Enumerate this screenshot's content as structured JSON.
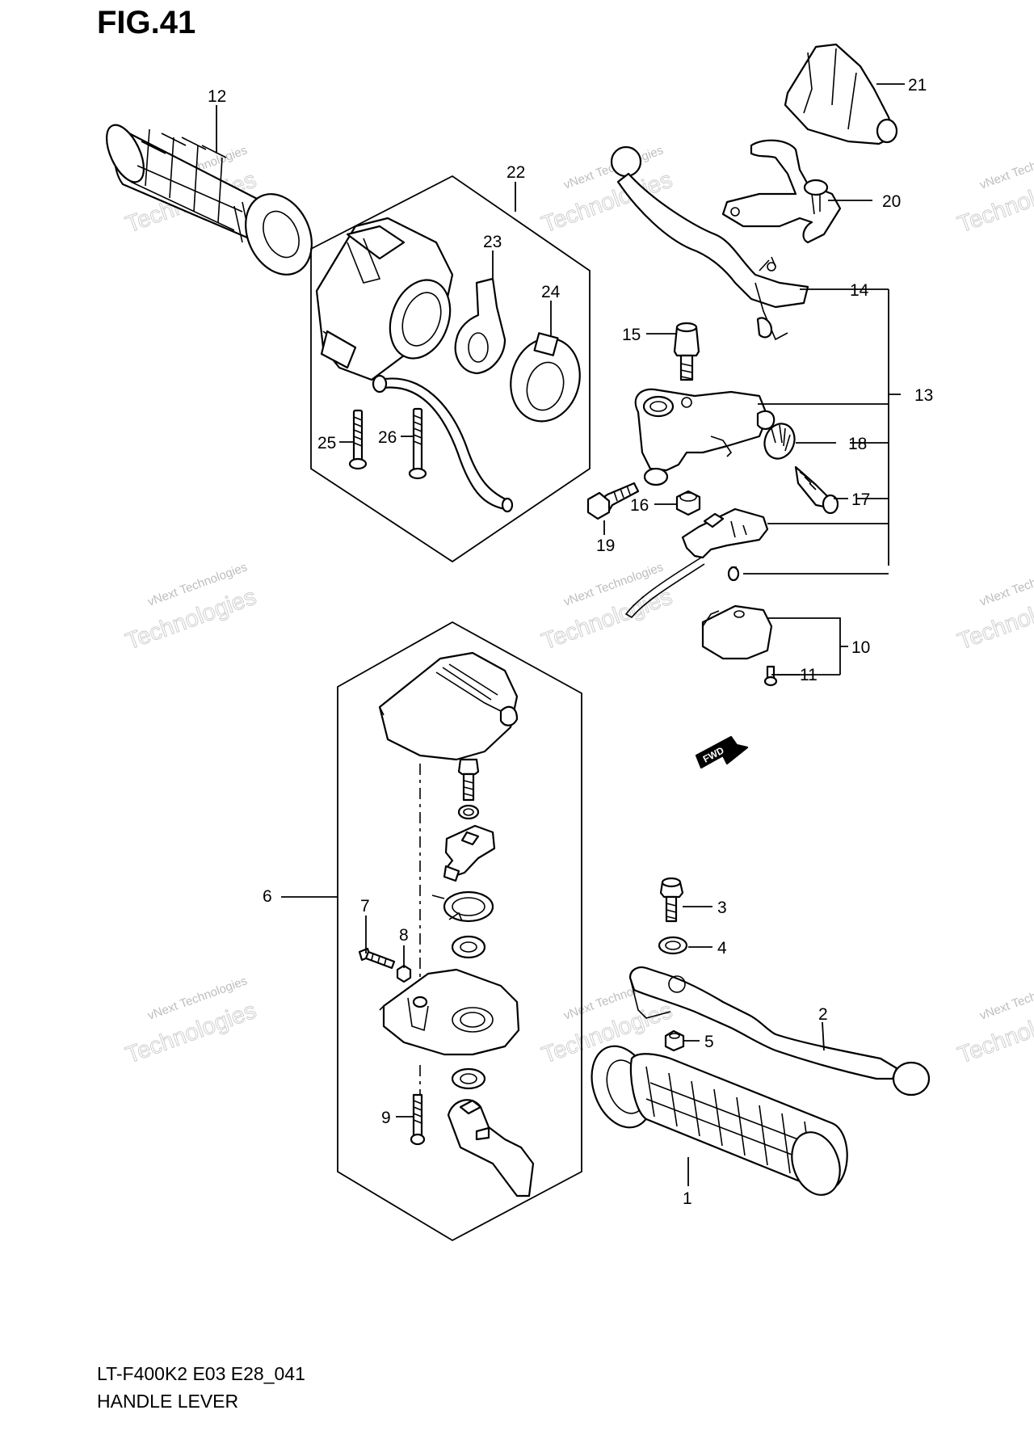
{
  "figure": {
    "title": "FIG.41",
    "model_code": "LT-F400K2 E03 E28_041",
    "section_name": "HANDLE LEVER"
  },
  "watermark": {
    "line1": "vNext Technologies",
    "line2": "Technologies"
  },
  "direction_badge": "FWD",
  "callouts": {
    "p1": "1",
    "p2": "2",
    "p3": "3",
    "p4": "4",
    "p5": "5",
    "p6": "6",
    "p7": "7",
    "p8": "8",
    "p9": "9",
    "p10": "10",
    "p11": "11",
    "p12": "12",
    "p13": "13",
    "p14": "14",
    "p15": "15",
    "p16": "16",
    "p17": "17",
    "p18": "18",
    "p19": "19",
    "p20": "20",
    "p21": "21",
    "p22": "22",
    "p23": "23",
    "p24": "24",
    "p25": "25",
    "p26": "26"
  }
}
